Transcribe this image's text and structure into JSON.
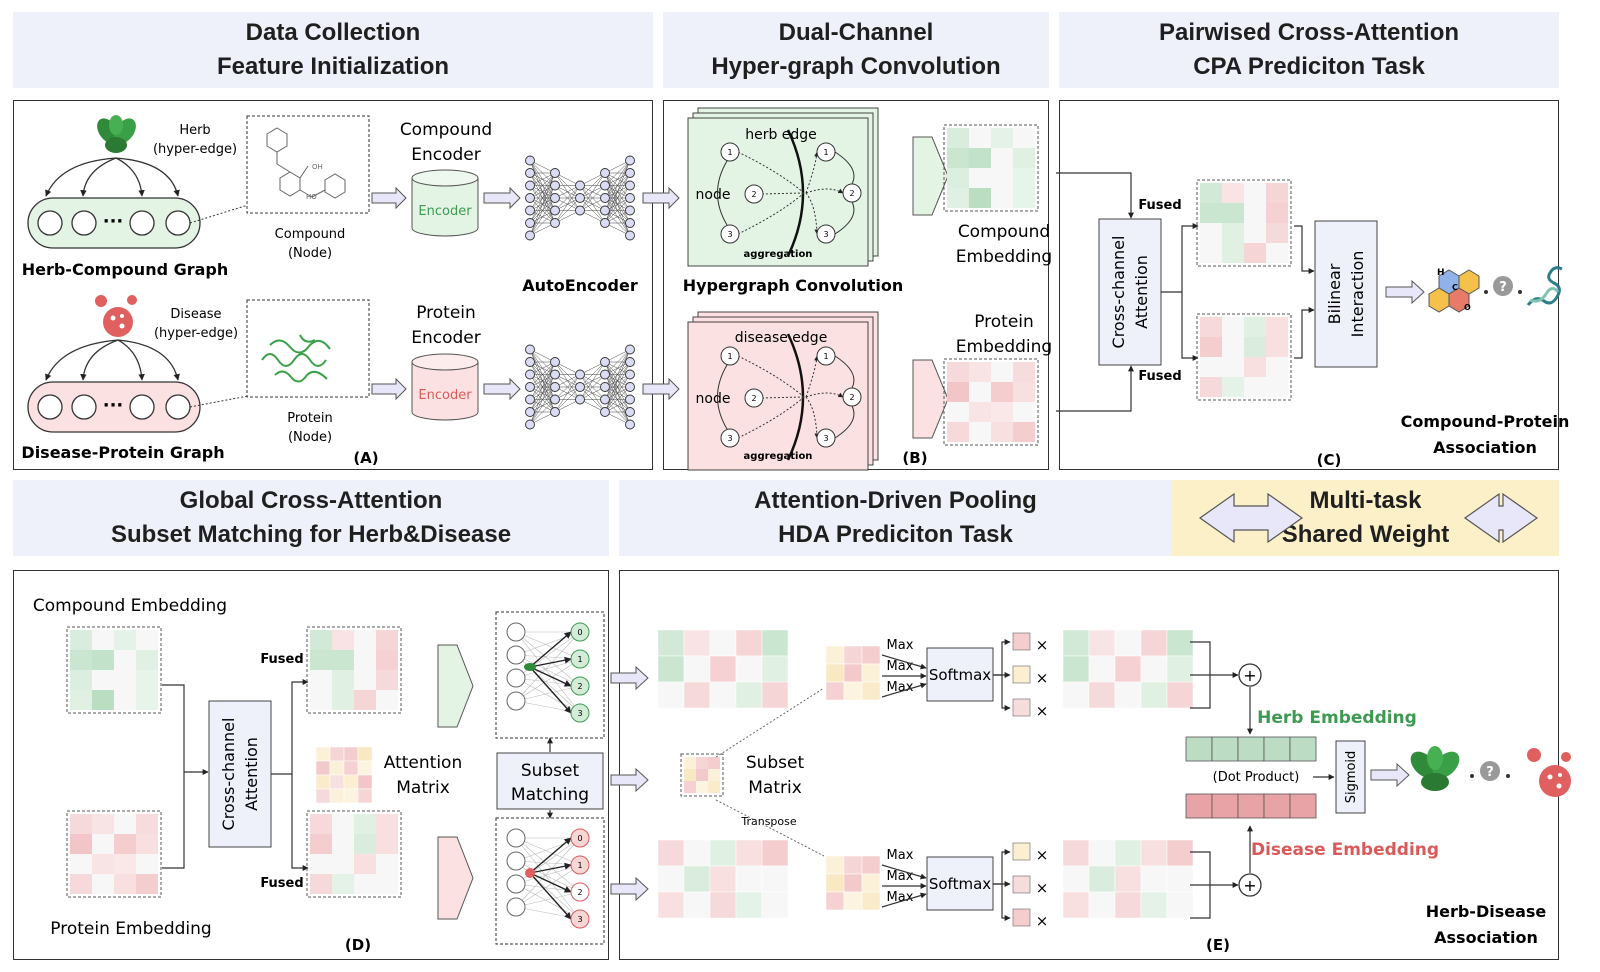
{
  "headers": {
    "a_line1": "Data Collection",
    "a_line2": "Feature Initialization",
    "b_line1": "Dual-Channel",
    "b_line2": "Hyper-graph Convolution",
    "c_line1": "Pairwised Cross-Attention",
    "c_line2": "CPA Prediciton Task",
    "d_line1": "Global Cross-Attention",
    "d_line2": "Subset Matching for Herb&Disease",
    "e_line1": "Attention-Driven Pooling",
    "e_line2": "HDA Prediciton Task",
    "f_line1": "Multi-task",
    "f_line2": "Shared Weight"
  },
  "panel_a": {
    "herb_label_1": "Herb",
    "herb_label_2": "(hyper-edge)",
    "disease_label_1": "Disease",
    "disease_label_2": "(hyper-edge)",
    "ellipsis": "···",
    "herb_graph": "Herb-Compound Graph",
    "disease_graph": "Disease-Protein Graph",
    "compound_node_1": "Compound",
    "compound_node_2": "(Node)",
    "protein_node_1": "Protein",
    "protein_node_2": "(Node)",
    "compound_encoder_1": "Compound",
    "compound_encoder_2": "Encoder",
    "protein_encoder_1": "Protein",
    "protein_encoder_2": "Encoder",
    "encoder": "Encoder",
    "autoencoder": "AutoEncoder",
    "mol_oh": "OH",
    "mol_ho": "HO",
    "tag": "(A)"
  },
  "panel_b": {
    "herb_edge": "herb edge",
    "disease_edge": "disease edge",
    "node": "node",
    "aggregation": "aggregation",
    "hypergraph_conv": "Hypergraph Convolution",
    "compound_emb_1": "Compound",
    "compound_emb_2": "Embedding",
    "protein_emb_1": "Protein",
    "protein_emb_2": "Embedding",
    "n1": "1",
    "n2": "2",
    "n3": "3",
    "tag": "(B)"
  },
  "panel_c": {
    "cross_channel_1": "Cross-channel",
    "cross_channel_2": "Attention",
    "fused": "Fused",
    "bilinear_1": "Bilinear",
    "bilinear_2": "Interaction",
    "result_1": "Compound-Protein",
    "result_2": "Association",
    "question": "?",
    "atom_h": "H",
    "atom_c": "C",
    "atom_o": "O",
    "tag": "(C)"
  },
  "panel_d": {
    "compound_embedding": "Compound Embedding",
    "protein_embedding": "Protein Embedding",
    "cross_channel_1": "Cross-channel",
    "cross_channel_2": "Attention",
    "fused": "Fused",
    "attention_1": "Attention",
    "attention_2": "Matrix",
    "subset_1": "Subset",
    "subset_2": "Matching",
    "n0": "0",
    "n1": "1",
    "n2": "2",
    "n3": "3",
    "tag": "(D)"
  },
  "panel_e": {
    "subset_1": "Subset",
    "subset_2": "Matrix",
    "transpose": "Transpose",
    "max": "Max",
    "softmax": "Softmax",
    "times": "×",
    "plus": "+",
    "herb_embedding": "Herb Embedding",
    "disease_embedding": "Disease Embedding",
    "dot_product": "(Dot Product)",
    "sigmoid": "Sigmoid",
    "question": "?",
    "result_1": "Herb-Disease",
    "result_2": "Association",
    "tag": "(E)"
  },
  "colors": {
    "green_fill": "#e3f3e4",
    "pink_fill": "#fbe1e1",
    "header_blue": "#eef0fa",
    "header_yellow": "#fbf0c8",
    "herb_green": "#3e9a52",
    "disease_red": "#d85a5a"
  }
}
